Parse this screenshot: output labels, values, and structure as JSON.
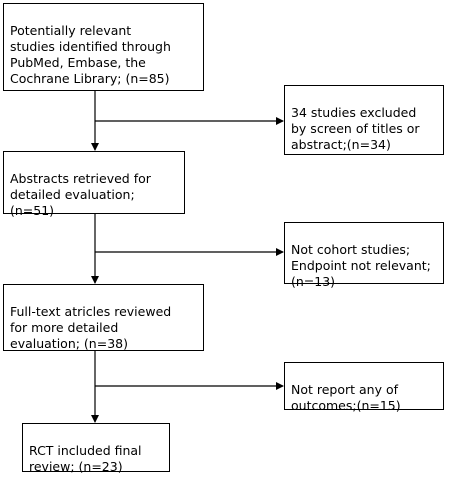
{
  "flow": {
    "main": [
      {
        "text": "Potentially relevant\nstudies identified through\nPubMed, Embase, the\nCochrane Library; (n=85)"
      },
      {
        "text": "Abstracts retrieved for\ndetailed evaluation;\n(n=51)"
      },
      {
        "text": "Full-text atricles reviewed\nfor more detailed\nevaluation; (n=38)"
      },
      {
        "text": "RCT included final\nreview; (n=23)"
      }
    ],
    "excluded": [
      {
        "text": "34 studies excluded\nby screen of titles or\nabstract;(n=34)"
      },
      {
        "text": "Not cohort studies;\nEndpoint not relevant;\n(n=13)"
      },
      {
        "text": "Not report any of\noutcomes;(n=15)"
      }
    ]
  }
}
